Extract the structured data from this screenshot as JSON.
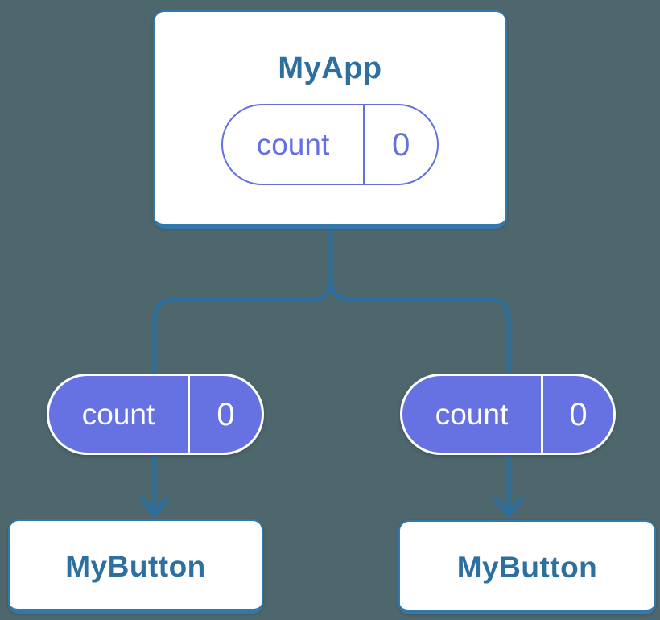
{
  "diagram": {
    "root": {
      "label": "MyApp",
      "state": {
        "name": "count",
        "value": "0"
      }
    },
    "children": [
      {
        "label": "MyButton",
        "prop": {
          "name": "count",
          "value": "0"
        }
      },
      {
        "label": "MyButton",
        "prop": {
          "name": "count",
          "value": "0"
        }
      }
    ]
  },
  "colors": {
    "background": "#4d676d",
    "connector": "#2c6f9f",
    "node_border": "#3378ab",
    "node_text": "#2d6f9e",
    "node_bg": "#ffffff",
    "pill_outline": "#6470df",
    "pill_fill": "#6672e2",
    "pill_text": "#ffffff"
  }
}
